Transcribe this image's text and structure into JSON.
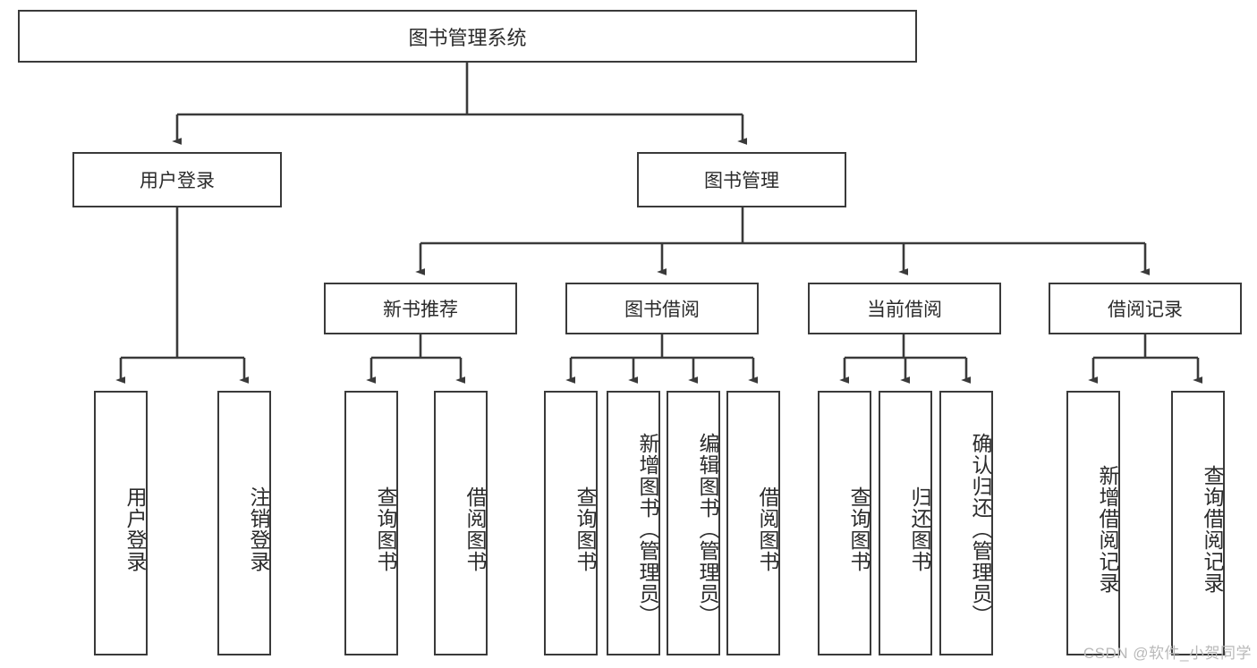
{
  "diagram": {
    "type": "tree-hierarchy",
    "title": "图书管理系统",
    "watermark": "CSDN @软件_小贺同学",
    "colors": {
      "box_border": "#3a3a3a",
      "box_fill": "#ffffff",
      "connector": "#3a3a3a",
      "text": "#2b2b2b",
      "watermark": "#b9b9b9",
      "background": "#ffffff"
    },
    "root": {
      "id": "root",
      "label": "图书管理系统"
    },
    "level2": [
      {
        "id": "user-login",
        "label": "用户登录"
      },
      {
        "id": "book-manage",
        "label": "图书管理"
      }
    ],
    "level3": [
      {
        "id": "new-book-rec",
        "label": "新书推荐",
        "parent": "book-manage"
      },
      {
        "id": "book-borrow",
        "label": "图书借阅",
        "parent": "book-manage"
      },
      {
        "id": "current-borrow",
        "label": "当前借阅",
        "parent": "book-manage"
      },
      {
        "id": "borrow-record",
        "label": "借阅记录",
        "parent": "book-manage"
      }
    ],
    "leaves": [
      {
        "id": "leaf-user-login",
        "label": "用户登录",
        "parent": "user-login"
      },
      {
        "id": "leaf-logout",
        "label": "注销登录",
        "parent": "user-login"
      },
      {
        "id": "leaf-query-book-1",
        "label": "查询图书",
        "parent": "new-book-rec"
      },
      {
        "id": "leaf-borrow-book-1",
        "label": "借阅图书",
        "parent": "new-book-rec"
      },
      {
        "id": "leaf-query-book-2",
        "label": "查询图书",
        "parent": "book-borrow"
      },
      {
        "id": "leaf-add-book",
        "label": "新增图书（管理员）",
        "parent": "book-borrow"
      },
      {
        "id": "leaf-edit-book",
        "label": "编辑图书（管理员）",
        "parent": "book-borrow"
      },
      {
        "id": "leaf-borrow-book-2",
        "label": "借阅图书",
        "parent": "book-borrow"
      },
      {
        "id": "leaf-query-book-3",
        "label": "查询图书",
        "parent": "current-borrow"
      },
      {
        "id": "leaf-return-book",
        "label": "归还图书",
        "parent": "current-borrow"
      },
      {
        "id": "leaf-confirm-return",
        "label": "确认归还（管理员）",
        "parent": "current-borrow"
      },
      {
        "id": "leaf-add-record",
        "label": "新增借阅记录",
        "parent": "borrow-record"
      },
      {
        "id": "leaf-query-record",
        "label": "查询借阅记录",
        "parent": "borrow-record"
      }
    ]
  }
}
